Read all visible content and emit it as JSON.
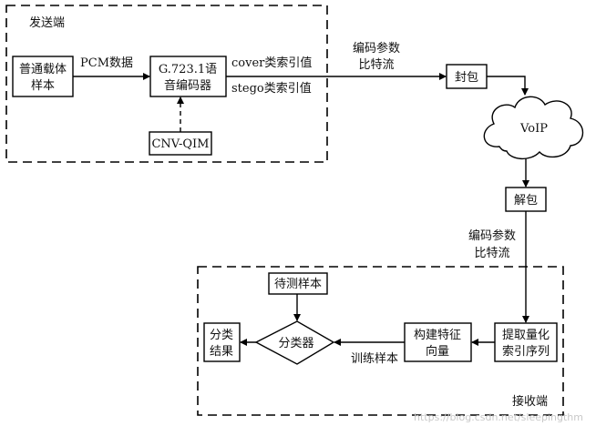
{
  "sender": {
    "title": "发送端",
    "carrier_lines": [
      "普通载体",
      "样本"
    ],
    "pcm_label": "PCM数据",
    "encoder_lines": [
      "G.723.1语",
      "音编码器"
    ],
    "cover_label": "cover类索引值",
    "stego_label": "stego类索引值",
    "cnv_label": "CNV-QIM"
  },
  "network": {
    "bitstream_top_lines": [
      "编码参数",
      "比特流"
    ],
    "packet_label": "封包",
    "voip_label": "VoIP",
    "unpack_label": "解包",
    "bitstream_bottom_lines": [
      "编码参数",
      "比特流"
    ]
  },
  "receiver": {
    "title": "接收端",
    "extract_lines": [
      "提取量化",
      "索引序列"
    ],
    "feature_lines": [
      "构建特征",
      "向量"
    ],
    "training_label": "训练样本",
    "classifier_label": "分类器",
    "test_sample_label": "待测样本",
    "result_lines": [
      "分类",
      "结果"
    ]
  },
  "watermark": "https://blog.csdn.net/sleepingthm"
}
